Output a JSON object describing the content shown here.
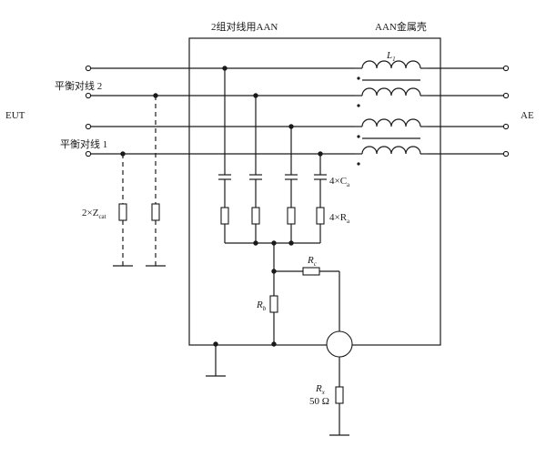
{
  "labels": {
    "title_aan": "2组对线用AAN",
    "enclosure": "AAN金属壳",
    "eut": "EUT",
    "ae": "AE",
    "pair2": "平衡对线 2",
    "pair1": "平衡对线 1",
    "z_cat": "2×Z",
    "z_cat_sub": "cat",
    "cap_group": "4×C",
    "cap_group_sub": "a",
    "res_group": "4×R",
    "res_group_sub": "a",
    "inductor": "L",
    "inductor_sub": "1",
    "rc": "R",
    "rc_sub": "c",
    "rb": "R",
    "rb_sub": "b",
    "rx": "R",
    "rx_sub": "x",
    "rx_value": "50 Ω"
  },
  "colors": {
    "line": "#1a1a1a",
    "background": "#ffffff"
  }
}
